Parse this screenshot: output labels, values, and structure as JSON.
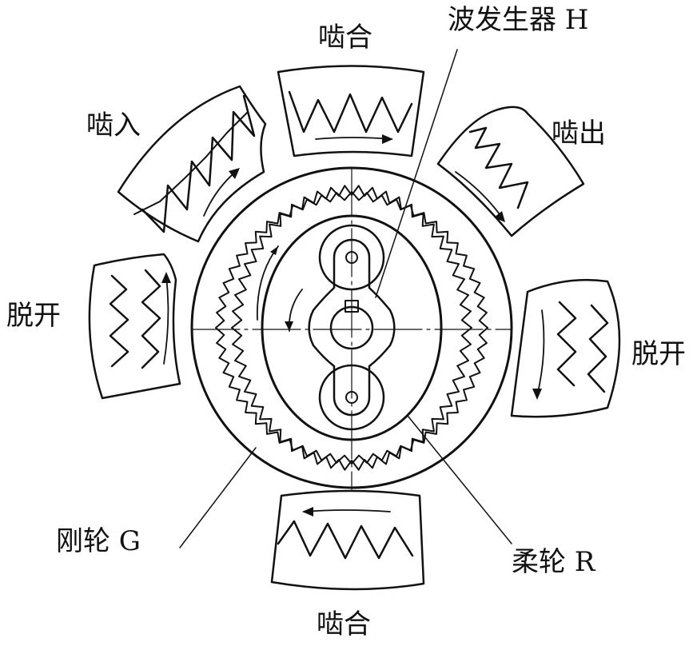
{
  "labels": {
    "mesh_top": "啮合",
    "mesh_bottom": "啮合",
    "engage_in": "啮入",
    "engage_out": "啮出",
    "disengage_left": "脱开",
    "disengage_right": "脱开",
    "wave_generator": "波发生器 H",
    "rigid_gear": "刚轮 G",
    "flexspline": "柔轮 R"
  },
  "colors": {
    "ink": "#111111",
    "background": "#ffffff"
  }
}
